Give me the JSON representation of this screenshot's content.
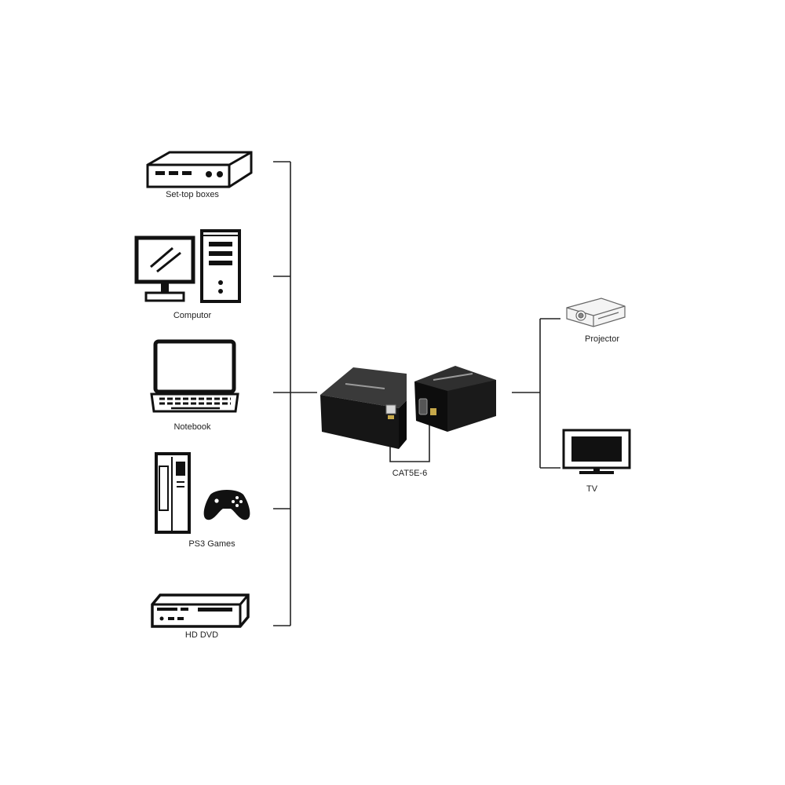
{
  "sources": [
    {
      "id": "set-top-box",
      "label": "Set-top boxes",
      "icon": "set-top-box-icon"
    },
    {
      "id": "computer",
      "label": "Computor",
      "icon": "desktop-computer-icon"
    },
    {
      "id": "notebook",
      "label": "Notebook",
      "icon": "laptop-icon"
    },
    {
      "id": "ps3",
      "label": "PS3 Games",
      "icon": "game-console-icon"
    },
    {
      "id": "hd-dvd",
      "label": "HD DVD",
      "icon": "dvd-player-icon"
    }
  ],
  "extender": {
    "transmitter_icon": "transmitter-box-icon",
    "receiver_icon": "receiver-box-icon",
    "cable_label": "CAT5E-6"
  },
  "displays": [
    {
      "id": "projector",
      "label": "Projector",
      "icon": "projector-icon"
    },
    {
      "id": "tv",
      "label": "TV",
      "icon": "tv-icon"
    }
  ],
  "colors": {
    "line": "#222222",
    "device_body": "#151515",
    "text": "#222222"
  }
}
